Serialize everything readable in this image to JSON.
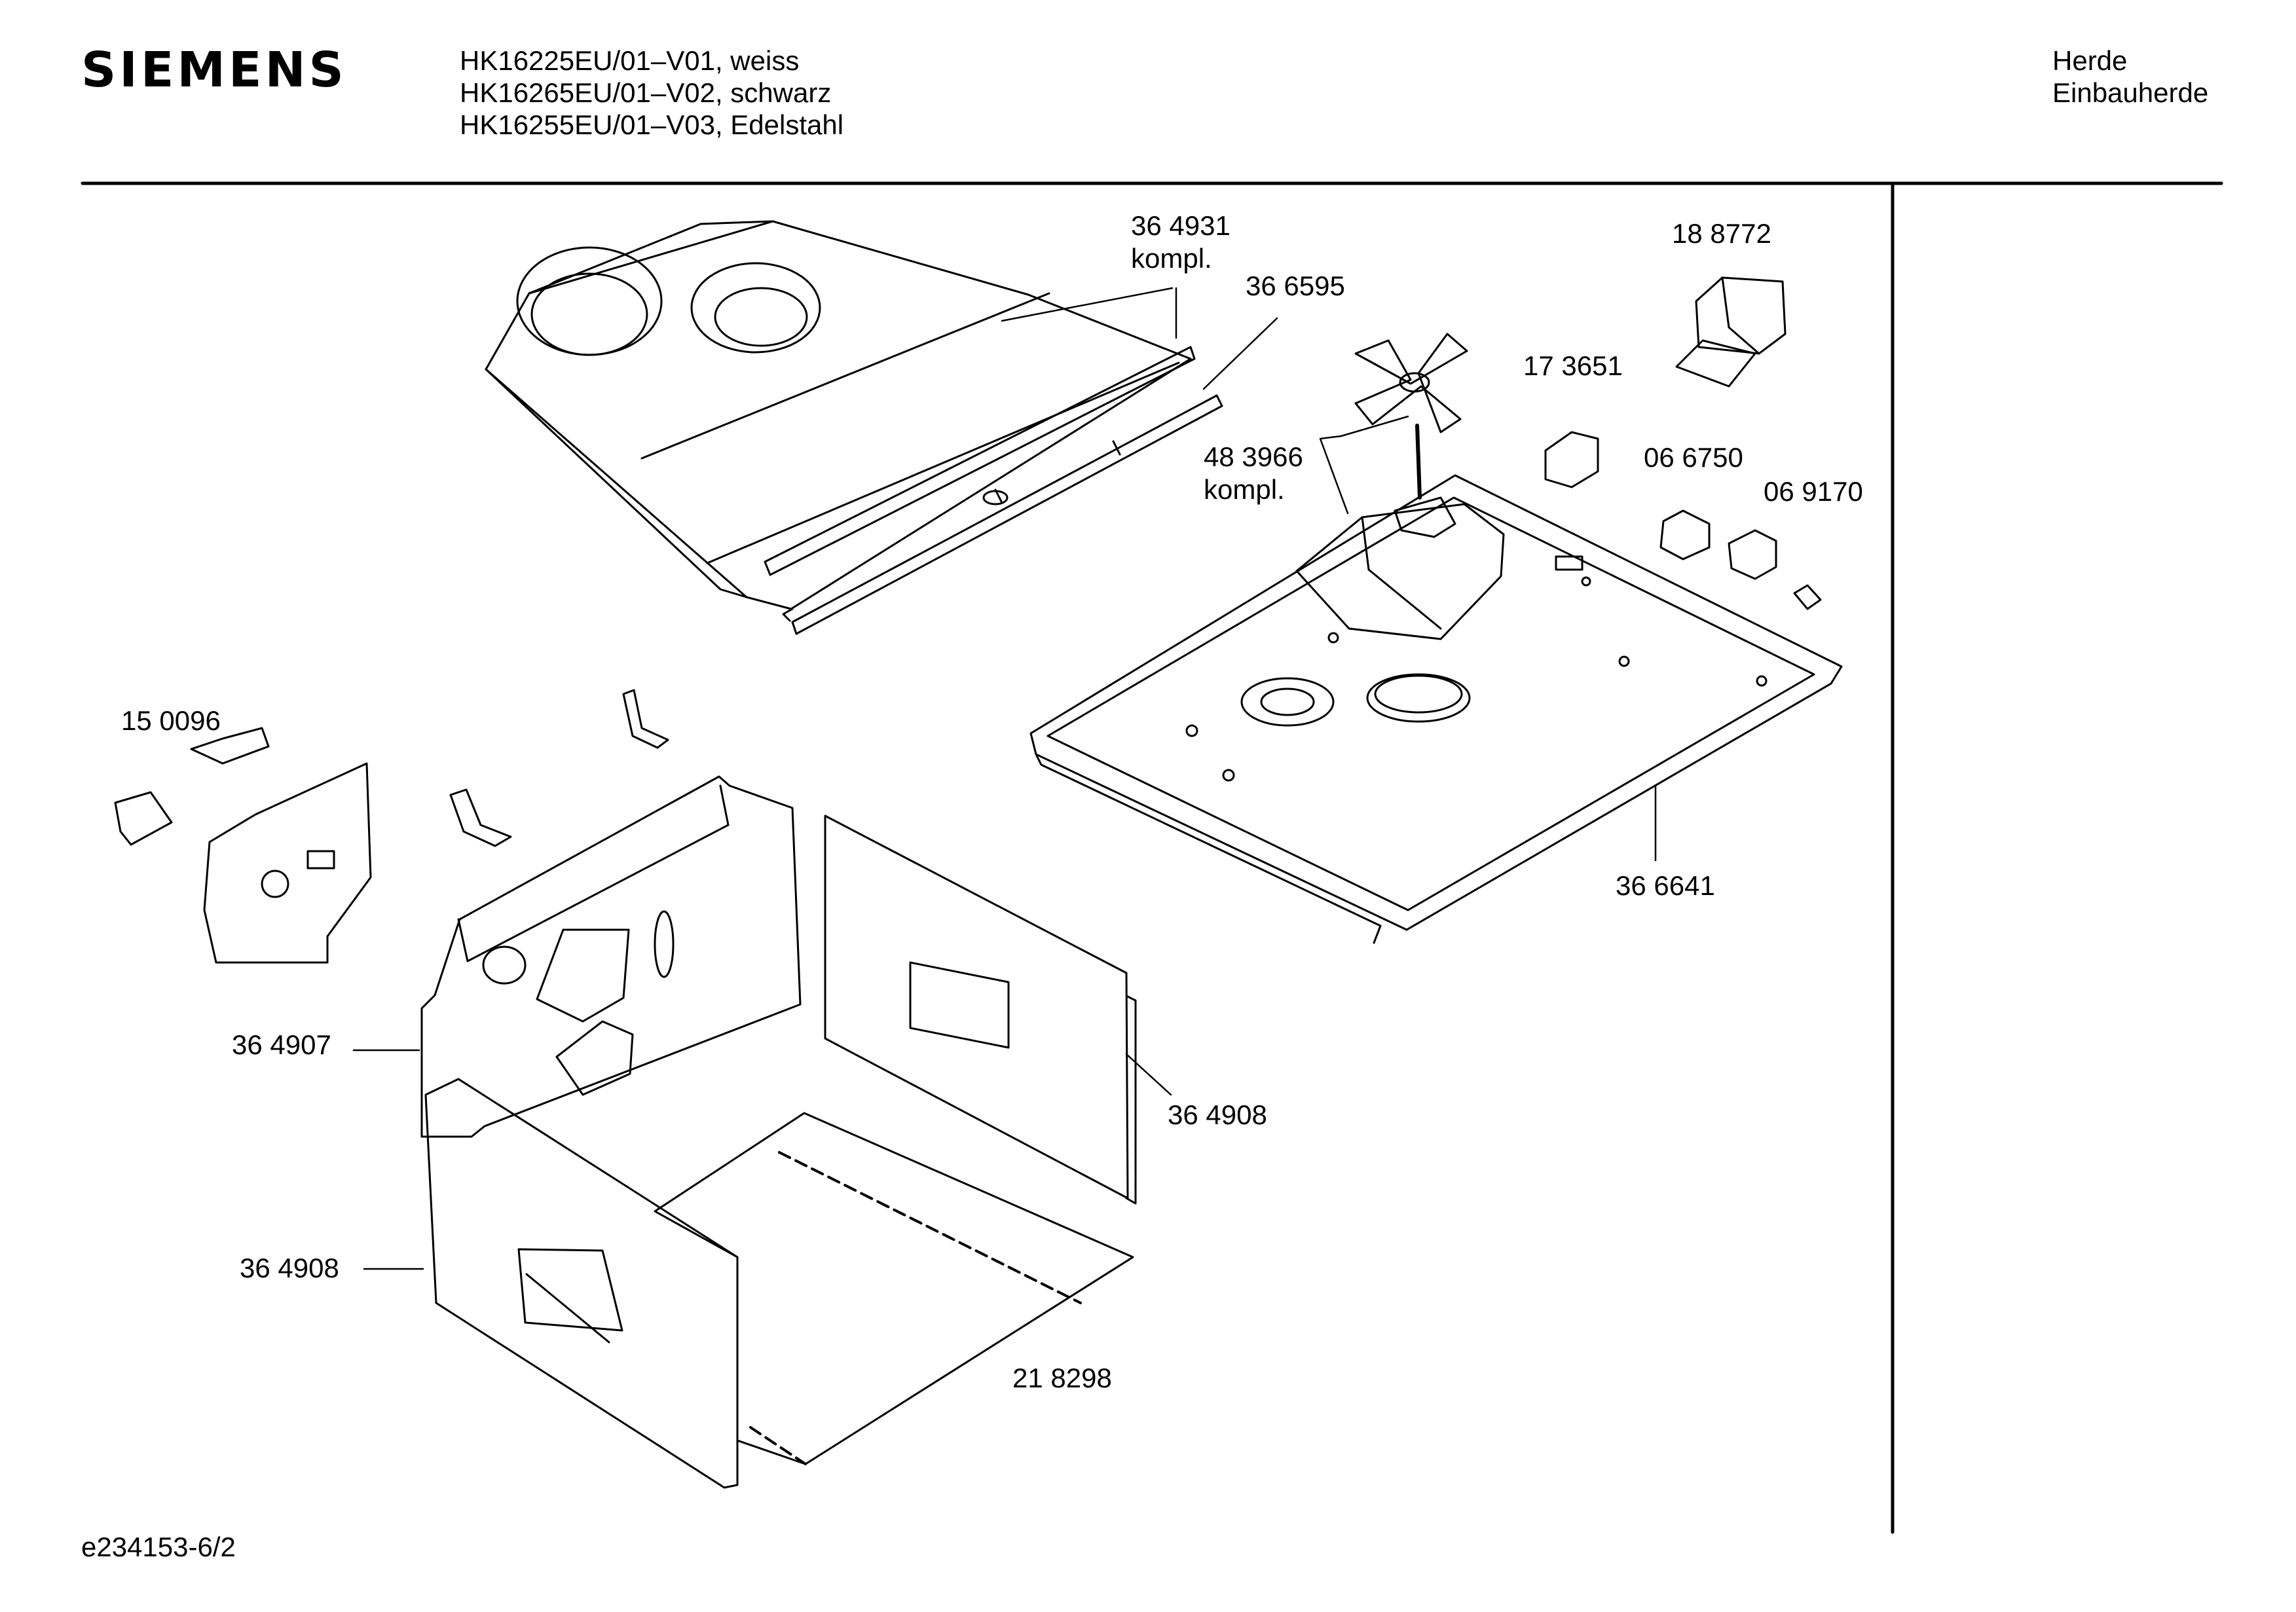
{
  "header": {
    "brand": "SIEMENS",
    "models": [
      "HK16225EU/01–V01, weiss",
      "HK16265EU/01–V02, schwarz",
      "HK16255EU/01–V03, Edelstahl"
    ],
    "category": [
      "Herde",
      "Einbauherde"
    ]
  },
  "parts": {
    "p364931": {
      "number": "36 4931",
      "note": "kompl."
    },
    "p366595": {
      "number": "36 6595"
    },
    "p188772": {
      "number": "18 8772"
    },
    "p173651": {
      "number": "17 3651"
    },
    "p483966": {
      "number": "48 3966",
      "note": "kompl."
    },
    "p066750": {
      "number": "06 6750"
    },
    "p069170": {
      "number": "06 9170"
    },
    "p150096": {
      "number": "15 0096"
    },
    "p366641": {
      "number": "36 6641"
    },
    "p364907": {
      "number": "36 4907"
    },
    "p364908a": {
      "number": "36 4908"
    },
    "p364908b": {
      "number": "36 4908"
    },
    "p218298": {
      "number": "21 8298"
    }
  },
  "footer": {
    "doc_id": "e234153-6/2"
  }
}
